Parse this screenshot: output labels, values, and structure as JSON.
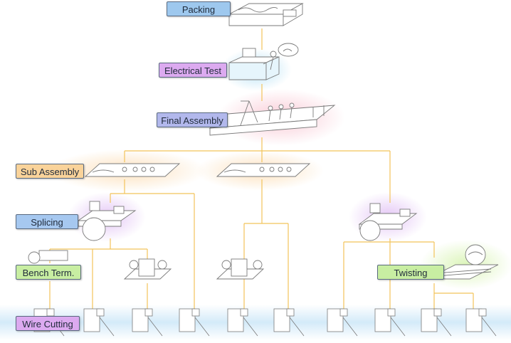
{
  "stages": [
    {
      "id": "packing",
      "label": "Packing",
      "color": "#9ec8ee"
    },
    {
      "id": "electrical-test",
      "label": "Electrical  Test",
      "color": "#dcaaf0"
    },
    {
      "id": "final-assembly",
      "label": "Final Assembly",
      "color": "#b2b8ec"
    },
    {
      "id": "sub-assembly",
      "label": "Sub Assembly",
      "color": "#fad39a"
    },
    {
      "id": "splicing",
      "label": "Splicing",
      "color": "#a6c8f0"
    },
    {
      "id": "bench-term",
      "label": "Bench Term.",
      "color": "#c8eea2"
    },
    {
      "id": "twisting",
      "label": "Twisting",
      "color": "#c8eea2"
    },
    {
      "id": "wire-cutting",
      "label": "Wire Cutting",
      "color": "#dcaaf0"
    }
  ],
  "colors": {
    "connector": "#f2c35a",
    "sketch": "#7a7a7a",
    "band": "#d6ebf9"
  }
}
